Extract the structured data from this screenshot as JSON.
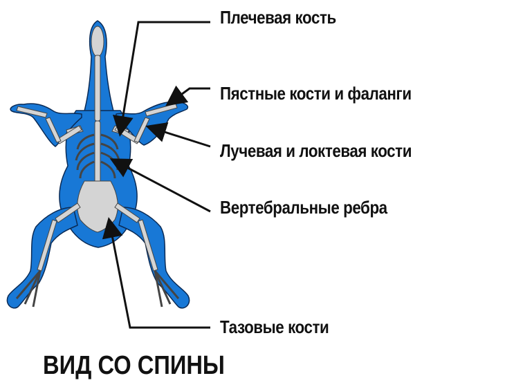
{
  "labels": {
    "humerus": "Плечевая кость",
    "metacarpals": "Пястные кости и фаланги",
    "radius_ulna": "Лучевая и локтевая кости",
    "ribs": "Вертебральные ребра",
    "pelvis": "Тазовые кости"
  },
  "caption": "ВИД СО СПИНЫ",
  "colors": {
    "body": "#1878D6",
    "outline": "#0a2a55",
    "bone": "#d4d4d4",
    "pointer": "#111111"
  }
}
